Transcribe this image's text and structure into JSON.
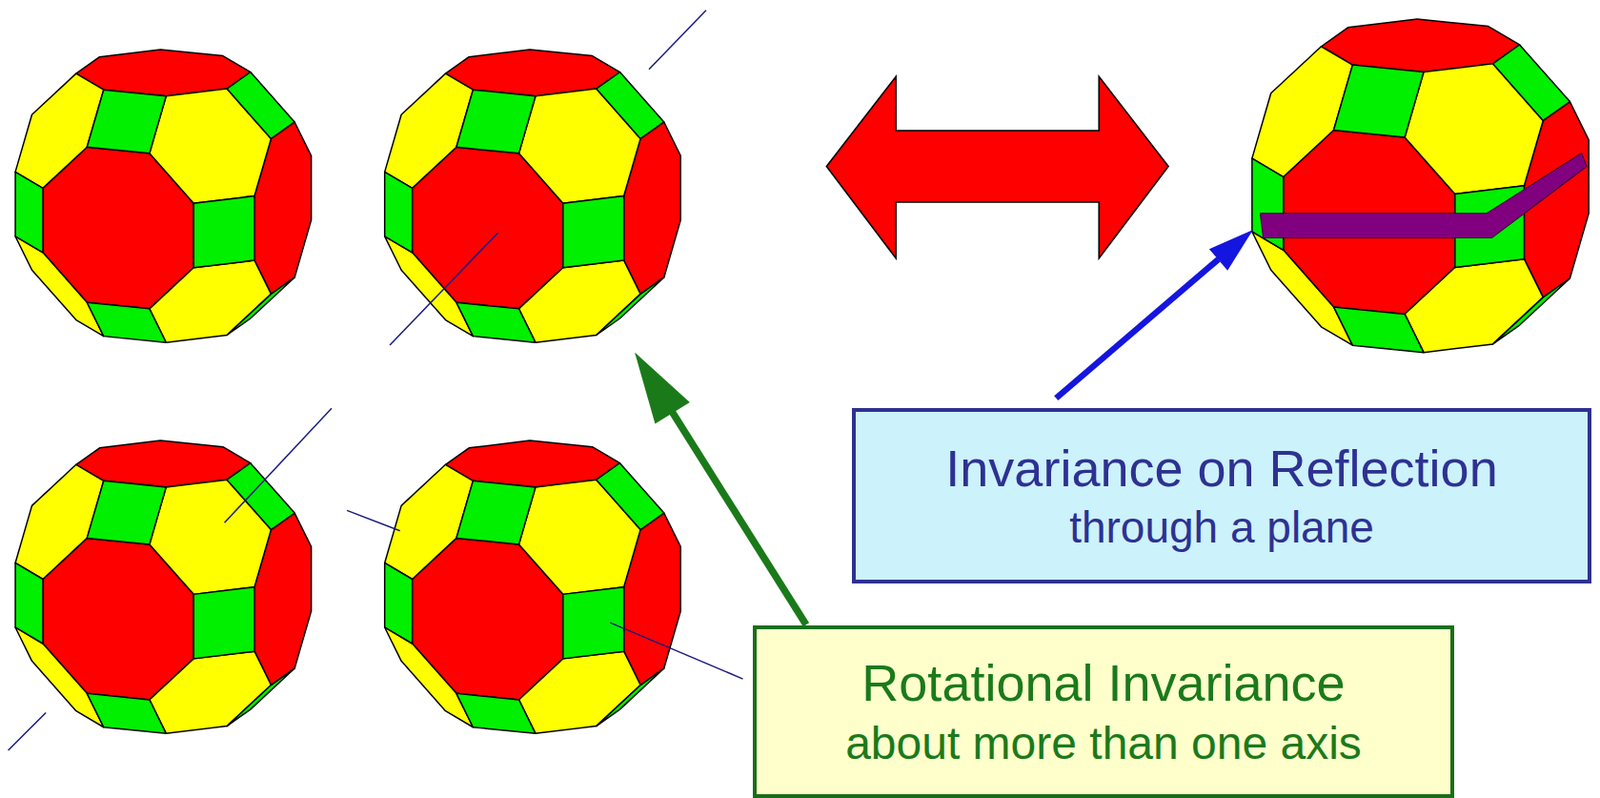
{
  "diagram": {
    "nodes": [
      {
        "text": [
          "Invariance on Reflection",
          "through a plane"
        ]
      },
      {
        "text": [
          "Rotational Invariance",
          "about more than one axis"
        ]
      }
    ]
  }
}
